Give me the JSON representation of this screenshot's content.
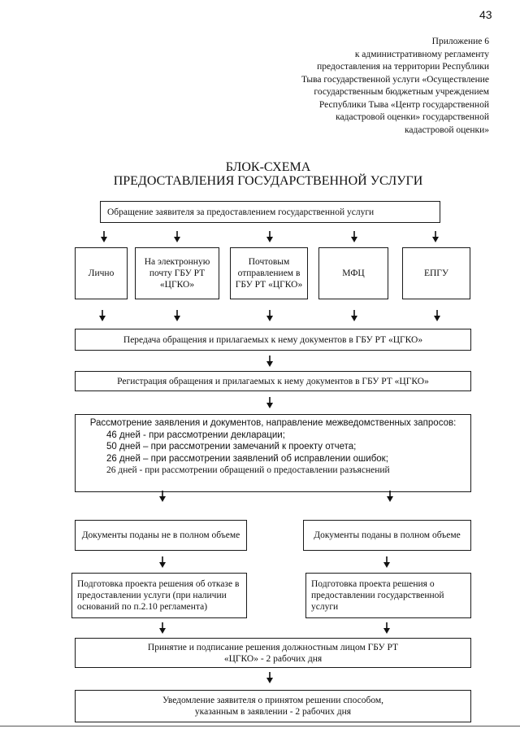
{
  "page_number": "43",
  "annex": {
    "lines": [
      "Приложение 6",
      "к административному регламенту",
      "предоставления на территории Республики",
      "Тыва государственной услуги «Осуществление",
      "государственным бюджетным учреждением",
      "Республики Тыва «Центр государственной",
      "кадастровой оценки» государственной",
      "кадастровой оценки»"
    ]
  },
  "title": {
    "line1": "БЛОК-СХЕМА",
    "line2": "ПРЕДОСТАВЛЕНИЯ ГОСУДАРСТВЕННОЙ УСЛУГИ"
  },
  "flow": {
    "appeal": "Обращение заявителя за предоставлением государственной услуги",
    "channels": [
      "Лично",
      "На электронную почту ГБУ РТ «ЦГКО»",
      "Почтовым отправлением в ГБУ РТ «ЦГКО»",
      "МФЦ",
      "ЕПГУ"
    ],
    "transfer": "Передача обращения  и прилагаемых к нему документов в ГБУ РТ «ЦГКО»",
    "registration": "Регистрация обращения и прилагаемых к нему документов в ГБУ РТ «ЦГКО»",
    "review": {
      "heading": "Рассмотрение заявления и документов, направление межведомственных запросов:",
      "items": [
        "46 дней  -  при рассмотрении декларации;",
        "50 дней – при рассмотрении замечаний к проекту отчета;",
        "26 дней – при рассмотрении заявлений об исправлении ошибок;",
        "26 дней - при рассмотрении обращений о предоставлении разъяснений"
      ]
    },
    "incomplete": "Документы поданы не в полном объеме",
    "complete": "Документы поданы в полном объеме",
    "refusal_draft": "Подготовка проекта решения об отказе в предоставлении услуги (при наличии оснований по п.2.10 регламента)",
    "grant_draft": "Подготовка проекта решения о предоставлении государственной услуги",
    "decision": "Принятие и подписание решения должностным лицом ГБУ РТ «ЦГКО» - 2 рабочих дня",
    "notification": "Уведомление заявителя о принятом решении способом, указанным в заявлении - 2 рабочих дня"
  }
}
